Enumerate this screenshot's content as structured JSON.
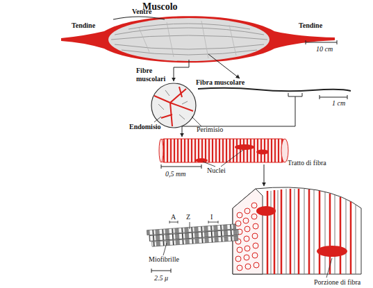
{
  "diagram": {
    "title": "Muscolo",
    "labels": [
      "Ventre",
      "Tendine",
      "Tendine",
      "10 cm",
      "Fibre muscolari",
      "Endomisio",
      "Perimisio",
      "Fibra muscolare",
      "1 cm",
      "Nuclei",
      "Tratto di fibra",
      "0,5 mm",
      "A",
      "Z",
      "I",
      "Miofibrille",
      "2.5 μ",
      "Porzione di fibra"
    ]
  }
}
